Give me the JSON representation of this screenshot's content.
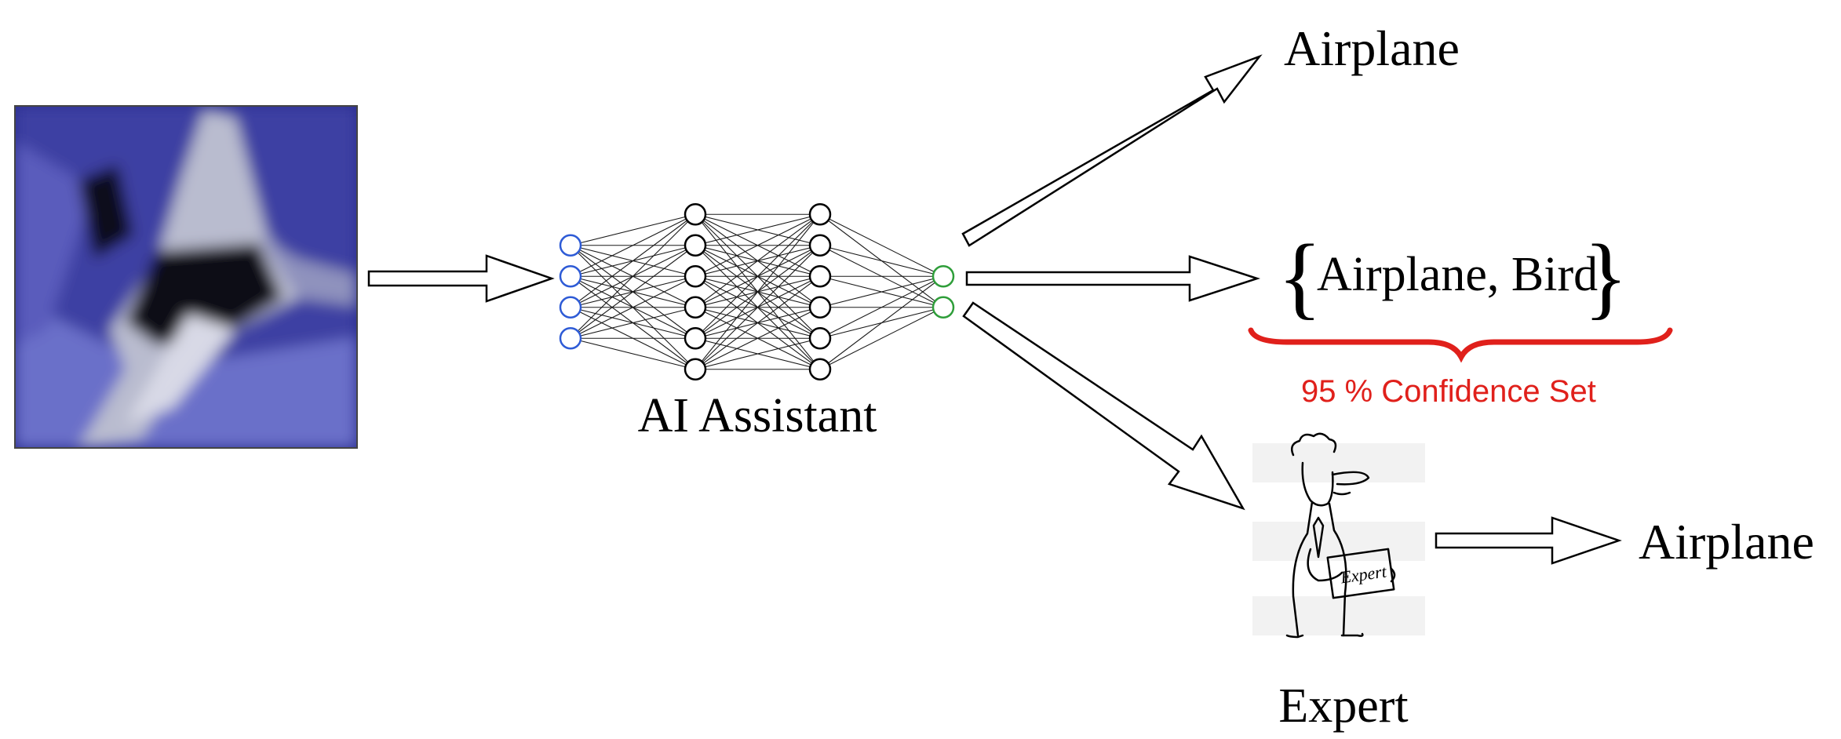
{
  "input": {
    "name": "input-image"
  },
  "model": {
    "label": "AI Assistant"
  },
  "outputs": {
    "top_label": "Airplane",
    "set_label": "Airplane, Bird",
    "set_open": "{",
    "set_close": "}",
    "confidence_label": "95 % Confidence Set",
    "expert_label": "Expert",
    "expert_output_label": "Airplane"
  },
  "network": {
    "layers": [
      4,
      6,
      6,
      2
    ]
  },
  "colors": {
    "input_nodes": "#2e5bd6",
    "hidden_nodes": "#000000",
    "output_nodes": "#2f9e3a",
    "confidence": "#e0201b",
    "image_base": "#2a2d8f"
  }
}
